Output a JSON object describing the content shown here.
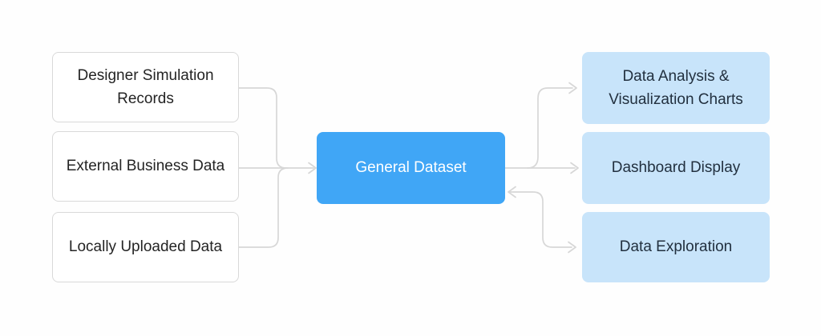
{
  "diagram": {
    "sources": [
      {
        "id": "designer-simulation-records",
        "label": "Designer Simulation Records"
      },
      {
        "id": "external-business-data",
        "label": "External Business Data"
      },
      {
        "id": "locally-uploaded-data",
        "label": "Locally Uploaded Data"
      }
    ],
    "hub": {
      "id": "general-dataset",
      "label": "General Dataset"
    },
    "outputs": [
      {
        "id": "data-analysis-visualization-charts",
        "label": "Data Analysis & Visualization Charts"
      },
      {
        "id": "dashboard-display",
        "label": "Dashboard Display"
      },
      {
        "id": "data-exploration",
        "label": "Data Exploration"
      }
    ],
    "edges": [
      {
        "from": "designer-simulation-records",
        "to": "general-dataset",
        "direction": "one-way"
      },
      {
        "from": "external-business-data",
        "to": "general-dataset",
        "direction": "one-way"
      },
      {
        "from": "locally-uploaded-data",
        "to": "general-dataset",
        "direction": "one-way"
      },
      {
        "from": "general-dataset",
        "to": "data-analysis-visualization-charts",
        "direction": "one-way"
      },
      {
        "from": "general-dataset",
        "to": "dashboard-display",
        "direction": "one-way"
      },
      {
        "from": "general-dataset",
        "to": "data-exploration",
        "direction": "two-way"
      }
    ],
    "colors": {
      "background": "#fefefe",
      "hub_fill": "#40a6f6",
      "hub_text": "#ffffff",
      "output_fill": "#c8e4fa",
      "output_text": "#22303f",
      "source_fill": "#ffffff",
      "source_border": "#d9d9d9",
      "source_text": "#242424",
      "connector": "#d7d7d7"
    }
  }
}
